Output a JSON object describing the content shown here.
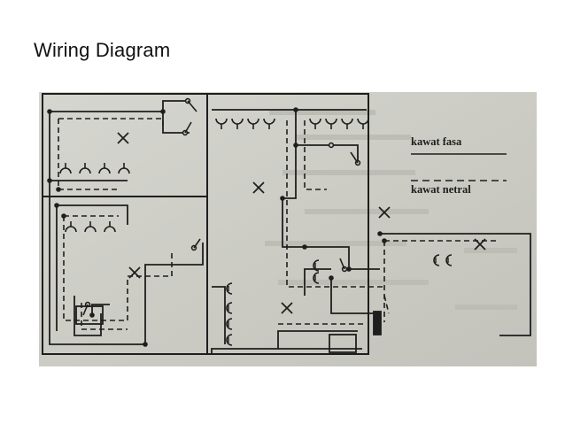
{
  "slide": {
    "title": "Wiring Diagram"
  },
  "diagram": {
    "legend": {
      "phase_wire_label": "kawat fasa",
      "neutral_wire_label": "kawat netral"
    }
  },
  "colors": {
    "photo_background": "#cfcfc9",
    "ink": "#1e1e1e",
    "page_background": "#ffffff"
  }
}
